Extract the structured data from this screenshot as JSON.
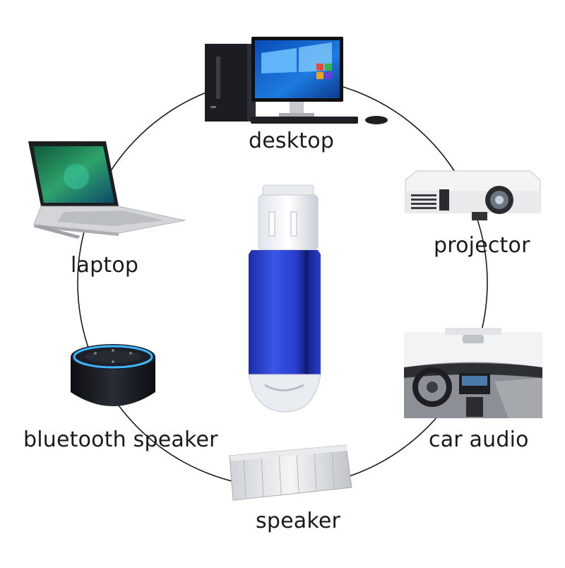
{
  "labels": {
    "desktop": "desktop",
    "projector": "projector",
    "laptop": "laptop",
    "bluetooth_speaker": "bluetooth speaker",
    "car_audio": "car audio",
    "speaker": "speaker"
  },
  "icons": {
    "center": "usb-flash-drive-icon",
    "devices": [
      "desktop-computer-icon",
      "projector-icon",
      "laptop-icon",
      "smart-speaker-icon",
      "car-interior-icon",
      "portable-speaker-icon"
    ]
  },
  "colors": {
    "usb_body": "#2a3fd0",
    "usb_body_dark": "#14238a",
    "ring": "#1a1a1a",
    "label_text": "#1a1a1a",
    "speaker_ring": "#3fb6ff"
  }
}
